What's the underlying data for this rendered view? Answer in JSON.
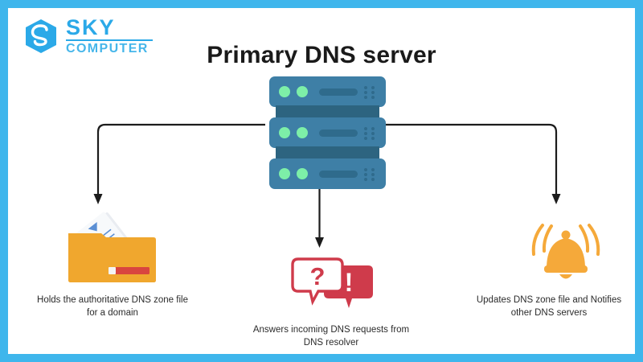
{
  "frame": {
    "border_color": "#3fb6ec",
    "background": "#ffffff"
  },
  "brand": {
    "logo_icon": "hexagon-s-logo-icon",
    "name_top": "SKY",
    "name_bottom": "COMPUTER",
    "color": "#2ba9e8"
  },
  "diagram": {
    "title": "Primary DNS server",
    "central_node": {
      "icon": "server-stack-icon",
      "units": 3,
      "body_color": "#3e7fa6",
      "led_color": "#7defa8"
    },
    "branches": [
      {
        "id": "zone-file",
        "icon": "folder-documents-icon",
        "icon_color": "#f0a72e",
        "caption_line1": "Holds the authoritative DNS zone file",
        "caption_line2": "for a domain"
      },
      {
        "id": "dns-requests",
        "icon": "question-exclamation-bubbles-icon",
        "icon_color": "#d13b4c",
        "caption_line1": "Answers incoming DNS requests from",
        "caption_line2": "DNS resolver"
      },
      {
        "id": "notify",
        "icon": "ringing-bell-icon",
        "icon_color": "#f5a93a",
        "caption_line1": "Updates DNS zone file and Notifies",
        "caption_line2": "other DNS servers"
      }
    ],
    "connector_color": "#1c1c1c",
    "bubble_question_mark": "?",
    "bubble_exclamation_mark": "!"
  }
}
